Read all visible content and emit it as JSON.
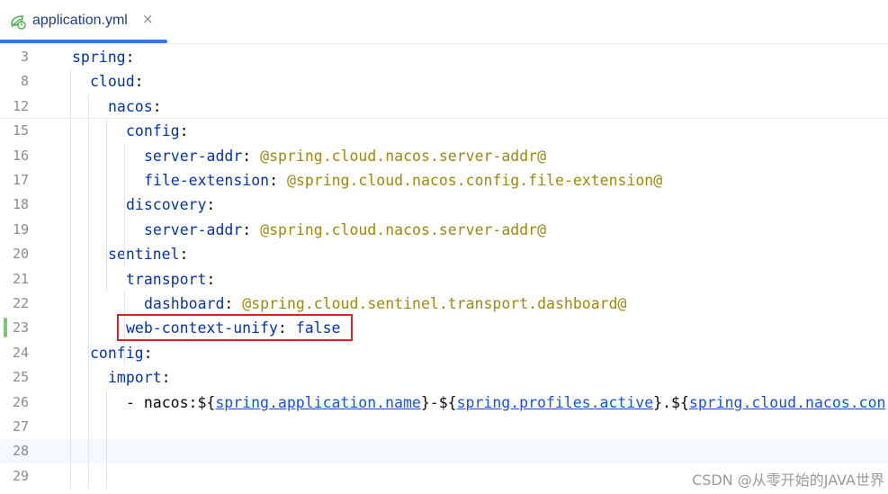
{
  "tab": {
    "file_name": "application.yml",
    "close_glyph": "×",
    "icon": "spring-leaf-icon"
  },
  "lines": [
    {
      "num": "3",
      "indent": 0,
      "key": "spring",
      "colon": ":"
    },
    {
      "num": "8",
      "indent": 1,
      "key": "cloud",
      "colon": ":"
    },
    {
      "num": "12",
      "indent": 2,
      "key": "nacos",
      "colon": ":"
    },
    {
      "num": "15",
      "indent": 3,
      "key": "config",
      "colon": ":"
    },
    {
      "num": "16",
      "indent": 4,
      "key": "server-addr",
      "colon": ": ",
      "value": "@spring.cloud.nacos.server-addr@"
    },
    {
      "num": "17",
      "indent": 4,
      "key": "file-extension",
      "colon": ": ",
      "value": "@spring.cloud.nacos.config.file-extension@"
    },
    {
      "num": "18",
      "indent": 3,
      "key": "discovery",
      "colon": ":"
    },
    {
      "num": "19",
      "indent": 4,
      "key": "server-addr",
      "colon": ": ",
      "value": "@spring.cloud.nacos.server-addr@"
    },
    {
      "num": "20",
      "indent": 2,
      "key": "sentinel",
      "colon": ":"
    },
    {
      "num": "21",
      "indent": 3,
      "key": "transport",
      "colon": ":"
    },
    {
      "num": "22",
      "indent": 4,
      "key": "dashboard",
      "colon": ": ",
      "value": "@spring.cloud.sentinel.transport.dashboard@"
    },
    {
      "num": "23",
      "indent": 3,
      "key": "web-context-unify",
      "colon": ": ",
      "bool": "false"
    },
    {
      "num": "24",
      "indent": 1,
      "key": "config",
      "colon": ":"
    },
    {
      "num": "25",
      "indent": 2,
      "key": "import",
      "colon": ":"
    },
    {
      "num": "26",
      "indent": 3,
      "import_line": true
    },
    {
      "num": "27",
      "indent": 0
    },
    {
      "num": "28",
      "indent": 0
    },
    {
      "num": "29",
      "indent": 0
    }
  ],
  "import_line": {
    "dash": "- ",
    "prefix": "nacos:${",
    "ref1": "spring.application.name",
    "mid1": "}-${",
    "ref2": "spring.profiles.active",
    "mid2": "}.${",
    "ref3": "spring.cloud.nacos.con"
  },
  "watermark": "CSDN @从零开始的JAVA世界",
  "colors": {
    "key": "#0033b3",
    "value": "#9e880d",
    "link": "#1750eb",
    "highlight_box": "#dd2222",
    "change_marker": "#7fc37f",
    "tab_underline": "#3574f0"
  }
}
